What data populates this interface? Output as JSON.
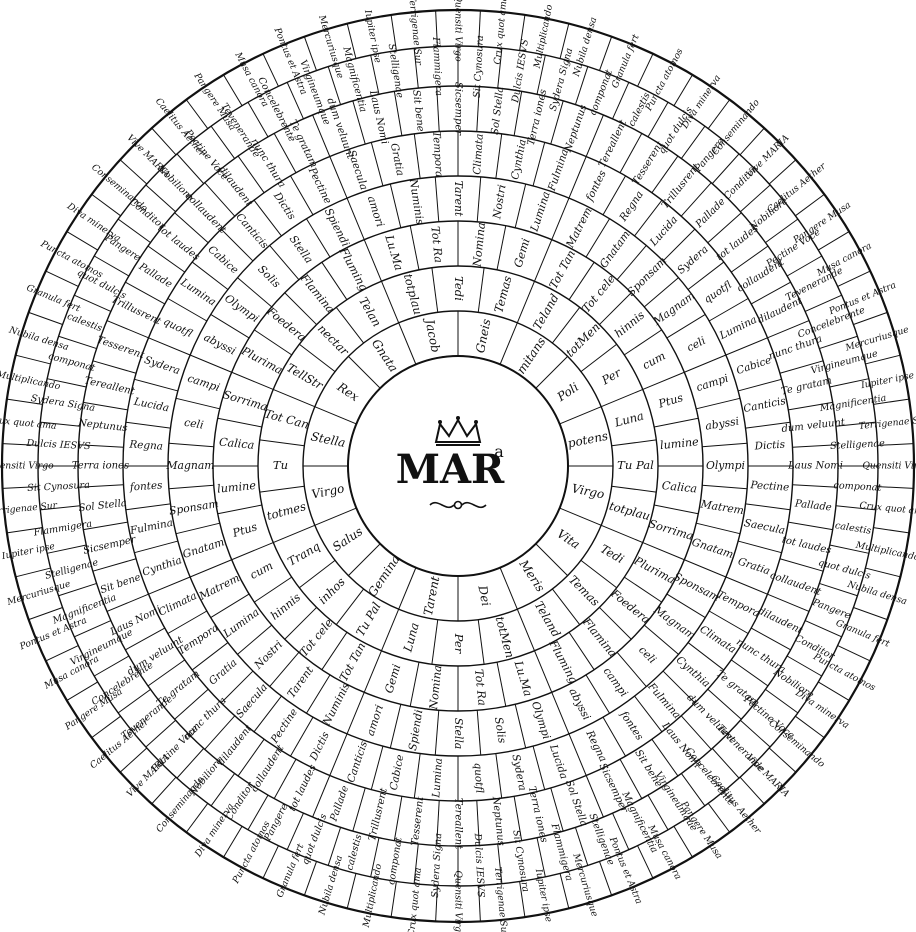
{
  "center": {
    "monogram": "MAR",
    "superscript": "a",
    "crown_icon": "crown-icon",
    "flourish_icon": "flourish-icon"
  },
  "rings": [
    {
      "name": "ring-1",
      "labels": [
        "Virgo",
        "Vita",
        "Meris",
        "Dei",
        "Tarent",
        "Gemina",
        "Salus",
        "Virgo",
        "Stella",
        "Rex",
        "Gnata",
        "Jacob",
        "Gneis",
        "mitans",
        "Poli",
        "potens"
      ]
    },
    {
      "name": "ring-2",
      "labels": [
        "totplau",
        "Tedi",
        "Temas",
        "Teland",
        "totMen",
        "Per",
        "Luna",
        "Tu Pal",
        "inhos",
        "Tranq",
        "totmes",
        "Tu",
        "Tot Can",
        "TellStr",
        "nectar",
        "Telan"
      ]
    },
    {
      "name": "ring-3",
      "labels": [
        "Calica",
        "Sorrima",
        "Plurima",
        "Foedera",
        "Flamina",
        "Fluming",
        "Lu.Ma",
        "Tot Ra",
        "Nomina",
        "Gemi",
        "Tot Tan",
        "Tot cele",
        "hinnis",
        "cum",
        "Ptus",
        "lumine"
      ]
    },
    {
      "name": "ring-4",
      "labels": [
        "Matrem",
        "Gnatam",
        "Sponsam",
        "Magnam",
        "celi",
        "campi",
        "abyssi",
        "Olympi",
        "Solis",
        "Stella",
        "Spiendi",
        "amori",
        "Numinis",
        "Tarent",
        "Nostri",
        "Lumina"
      ]
    },
    {
      "name": "ring-5",
      "labels": [
        "Pectine",
        "Saecula",
        "Gratia",
        "Tempora",
        "Climata",
        "Cynthia",
        "Fulmina",
        "fontes",
        "Regna",
        "Lucida",
        "Sydera",
        "quotfl",
        "Lumina",
        "Cabice",
        "Canticis",
        "Dictis"
      ]
    },
    {
      "name": "ring-6",
      "labels": [
        "Pallade",
        "tot laudes",
        "collaudent",
        "dilaudent",
        "nunc thura",
        "Te gratam",
        "dum veluunt",
        "Laus Nomi",
        "Sit bene",
        "Sicsemper",
        "Sol Stella",
        "Terra iones",
        "Neptunus",
        "Tereallent",
        "Tesserent",
        "Trillusrent"
      ]
    },
    {
      "name": "ring-7",
      "labels": [
        "componat",
        "calestis",
        "quot dulcis",
        "Pangere",
        "Conditor",
        "Nobiliore",
        "Pectine Voce",
        "Tevenerande",
        "Concelebrente",
        "Virgineumque",
        "Magnificentia",
        "Stelligenae",
        "Flammigera",
        "Sit Cynosura",
        "Dulcis IESVS",
        "Sydera Signa"
      ]
    },
    {
      "name": "ring-8",
      "labels": [
        "Crux quot ama",
        "Multiplicando",
        "Nubila densa",
        "Granula fert",
        "Puncta atomos",
        "Diva minerva",
        "Conseminando",
        "Vive MARIA",
        "Caelitus Aether",
        "Pangere Musa",
        "Musa canora",
        "Pontus et Astra",
        "Mercuriusque",
        "Iupiter ipse",
        "Terrigenae Sur",
        "Quensiti Virgo"
      ]
    }
  ]
}
